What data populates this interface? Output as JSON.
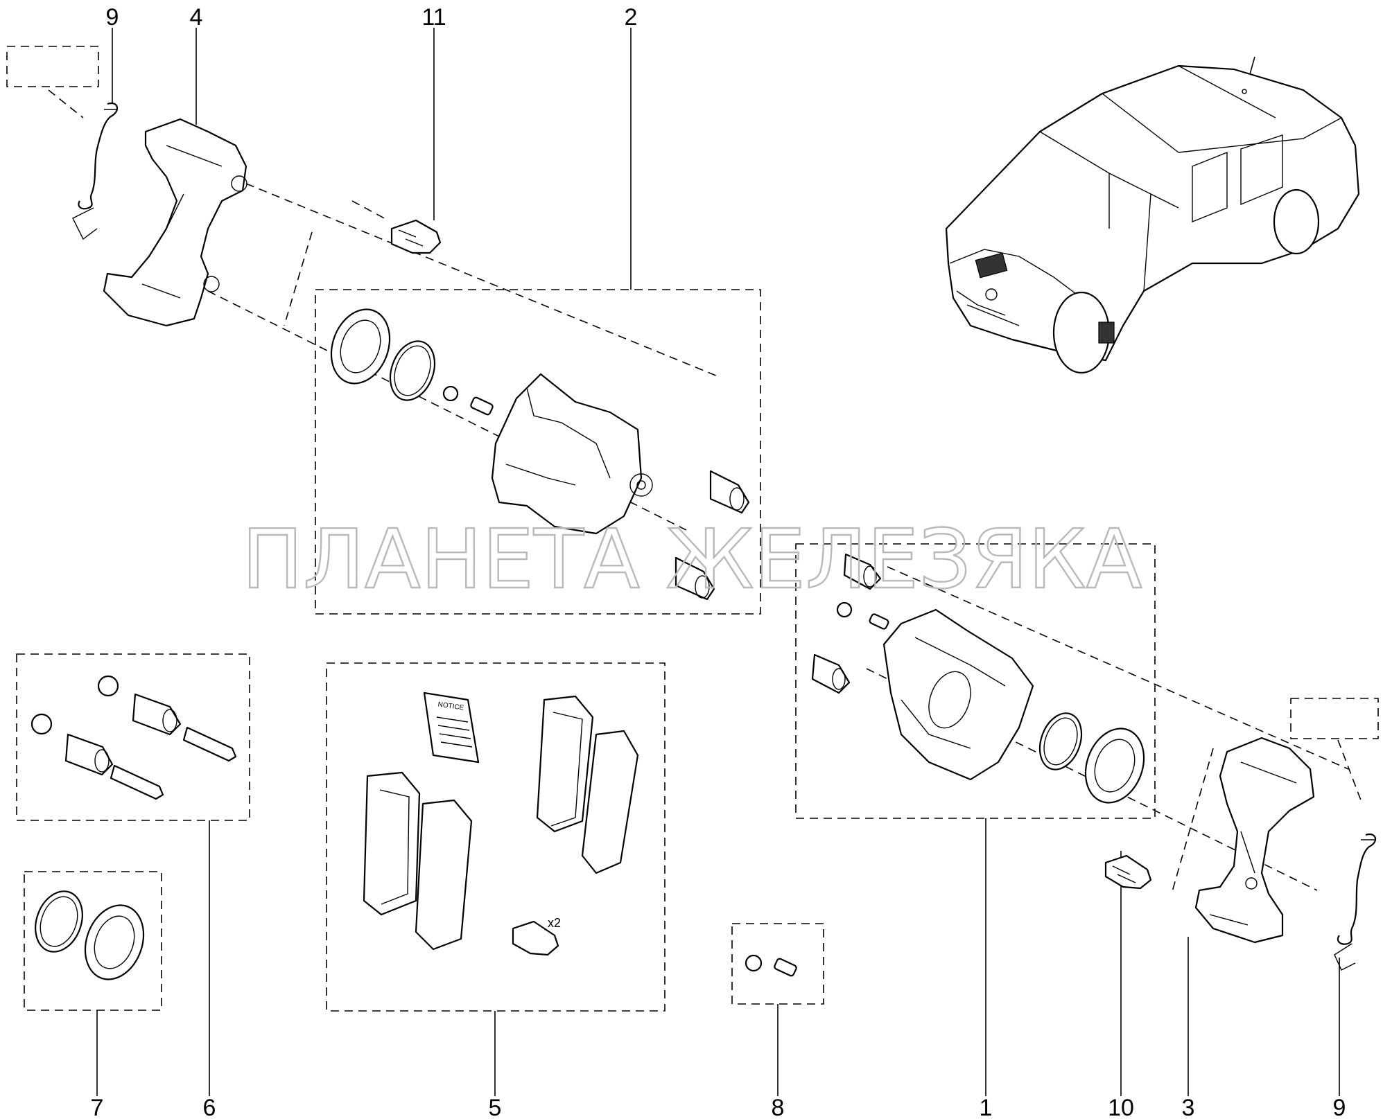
{
  "callouts": {
    "c1": "1",
    "c2": "2",
    "c3": "3",
    "c4": "4",
    "c5": "5",
    "c6": "6",
    "c7": "7",
    "c8": "8",
    "c9_left": "9",
    "c9_right": "9",
    "c10": "10",
    "c11": "11"
  },
  "multiplier": "x2",
  "booklet_label": "NOTICE",
  "watermark": "ПЛАНЕТА ЖЕЛЕЗЯКА"
}
